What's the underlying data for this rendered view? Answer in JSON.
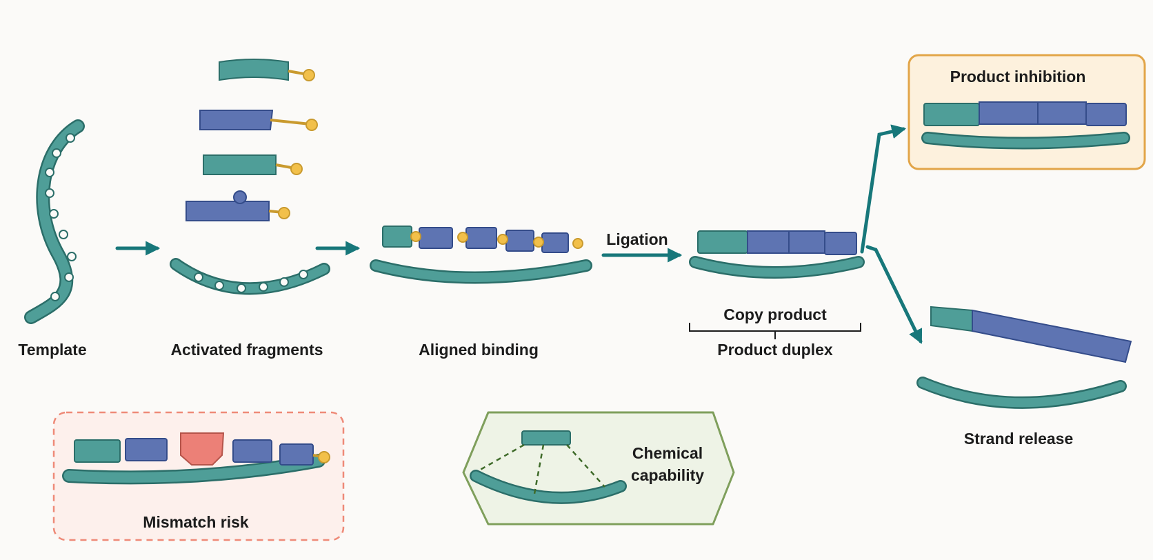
{
  "diagram": {
    "labels": {
      "template": "Template",
      "activated_fragments": "Activated fragments",
      "aligned_binding": "Aligned binding",
      "ligation": "Ligation",
      "copy_product": "Copy product",
      "product_duplex": "Product duplex",
      "product_inhibition": "Product inhibition",
      "strand_release": "Strand release",
      "mismatch_risk": "Mismatch risk",
      "chemical_capability_line1": "Chemical",
      "chemical_capability_line2": "capability"
    },
    "colors": {
      "template_teal": "#4f9e98",
      "template_stroke": "#2b6e69",
      "fragment_blue": "#5e74b2",
      "fragment_blue_stroke": "#344c8a",
      "activation_gold": "#f2c04a",
      "mismatch_red": "#ec8077",
      "arrow_teal": "#17777a",
      "inhibition_box_border": "#e2a548",
      "inhibition_box_fill": "#fdf1dd",
      "mismatch_box_border": "#ee8a78",
      "mismatch_box_fill": "#fdf0ec",
      "capability_box_border": "#7f9f5c",
      "capability_box_fill": "#eef3e6"
    }
  }
}
